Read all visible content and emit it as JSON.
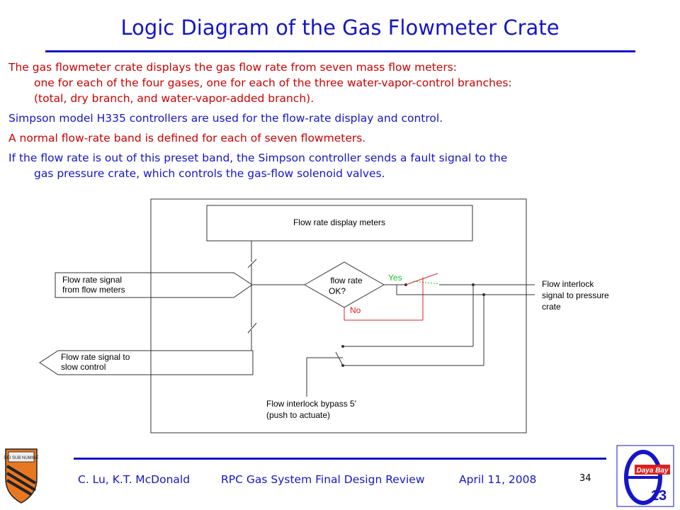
{
  "title": "Logic Diagram of the Gas Flowmeter Crate",
  "bullets": {
    "b1_line1": "The gas flowmeter crate displays the gas flow rate from seven mass flow meters:",
    "b1_line2": "one for each of the four gases, one for each of the three water-vapor-control branches:",
    "b1_line3": "(total, dry branch, and water-vapor-added branch).",
    "b2": "Simpson model H335 controllers are used for the flow-rate display and control.",
    "b3": "A normal flow-rate band is defined for each of seven flowmeters.",
    "b4_line1": "If the flow rate is out of this preset band, the Simpson controller sends a fault signal to the",
    "b4_line2": "gas pressure crate, which controls the gas-flow solenoid valves."
  },
  "diagram": {
    "display_box": "Flow rate display meters",
    "input_line1": "Flow rate signal",
    "input_line2": "from flow meters",
    "output_line1": "Flow rate signal to",
    "output_line2": "slow control",
    "decision_line1": "flow rate",
    "decision_line2": "OK?",
    "yes": "Yes",
    "no": "No",
    "interlock_line1": "Flow interlock",
    "interlock_line2": "signal to  pressure",
    "interlock_line3": "crate",
    "bypass_line1": "Flow interlock bypass 5'",
    "bypass_line2": "(push to actuate)"
  },
  "footer": {
    "authors": "C. Lu, K.T. McDonald",
    "event": "RPC Gas System Final Design Review",
    "date": "April 11, 2008",
    "page": "34"
  },
  "colors": {
    "title_blue": "#1515c8",
    "text_red": "#cc0000",
    "yes_green": "#22bb22",
    "no_red": "#dd2222",
    "princeton_orange": "#e87722"
  },
  "logos": {
    "left": "princeton-shield",
    "right_text1": "Daya Bay",
    "right_text2": "13"
  }
}
